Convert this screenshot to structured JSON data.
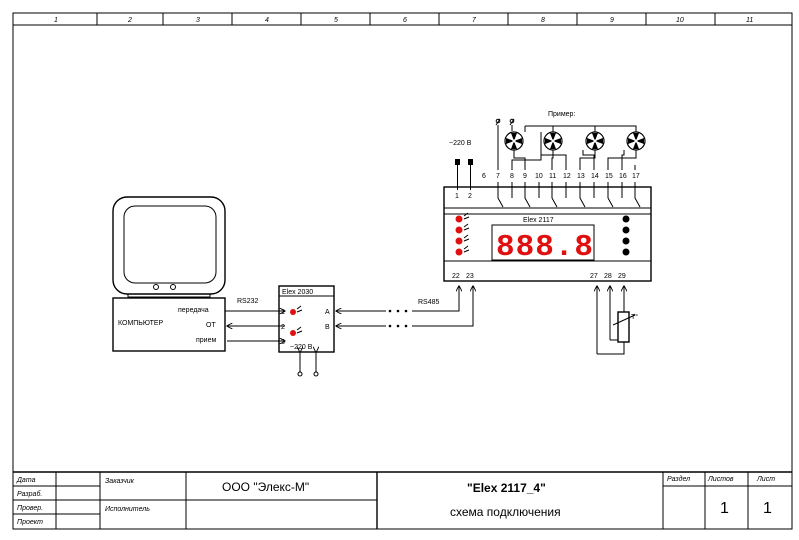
{
  "ruler": [
    "1",
    "2",
    "3",
    "4",
    "5",
    "6",
    "7",
    "8",
    "9",
    "10",
    "11"
  ],
  "computer": {
    "label": "КОМПЬЮТЕР",
    "ports": [
      "передача",
      "ОТ",
      "прием"
    ],
    "interface": "RS232"
  },
  "converter": {
    "title": "Elex 2030",
    "pins_left": [
      "1",
      "2",
      "3"
    ],
    "pins_right": [
      "A",
      "B"
    ],
    "power": "~220 В"
  },
  "bus_label": "RS485",
  "controller": {
    "title": "Elex 2117",
    "display": "888.8",
    "power_label": "~220 В",
    "power_terminals": [
      "1",
      "2"
    ],
    "top_terminals": [
      "6",
      "7",
      "8",
      "9",
      "10",
      "11",
      "12",
      "13",
      "14",
      "15",
      "16",
      "17"
    ],
    "bus_terminals": [
      "22",
      "23"
    ],
    "sensor_terminals": [
      "27",
      "28",
      "29"
    ],
    "sensor_label": "T°",
    "example_label": "Пример:"
  },
  "title_block": {
    "row_labels": [
      "Дата",
      "Разраб.",
      "Провер.",
      "Проект"
    ],
    "customer_label": "Заказчик",
    "executor_label": "Исполнитель",
    "company": "ООО \"Элекс-М\"",
    "doc_title": "\"Elex 2117_4\"",
    "doc_subtitle": "схема подключения",
    "section_label": "Раздел",
    "sheets_label": "Листов",
    "sheet_label": "Лист",
    "sheets_value": "1",
    "sheet_value": "1"
  }
}
